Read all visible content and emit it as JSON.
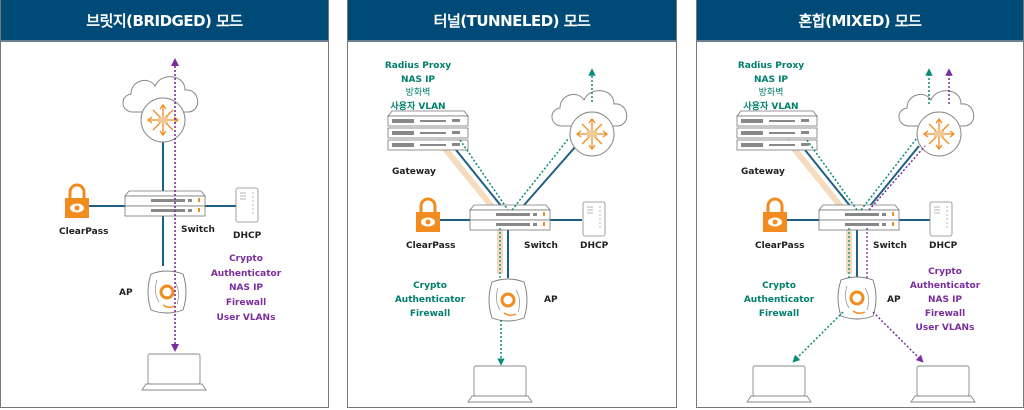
{
  "colors": {
    "header_bg": "#004a77",
    "link_blue": "#1f5f86",
    "teal": "#0a8a78",
    "purple": "#7a2d9c",
    "orange": "#f28c1e",
    "tan": "#f5dcbf"
  },
  "panels": [
    {
      "title": "브릿지(BRIDGED) 모드",
      "labels": {
        "clearpass": "ClearPass",
        "switch": "Switch",
        "dhcp": "DHCP",
        "ap": "AP"
      },
      "ap_features": {
        "color": "purple",
        "items": [
          "Crypto",
          "Authenticator",
          "NAS IP",
          "Firewall",
          "User VLANs"
        ]
      },
      "icons": [
        "cloud-icon",
        "controller-icon",
        "switch-icon",
        "clearpass-lock-icon",
        "dhcp-server-icon",
        "access-point-icon",
        "laptop-icon"
      ]
    },
    {
      "title": "터널(TUNNELED) 모드",
      "labels": {
        "gateway": "Gateway",
        "clearpass": "ClearPass",
        "switch": "Switch",
        "dhcp": "DHCP",
        "ap": "AP"
      },
      "gateway_features": {
        "color": "teal",
        "items": [
          "Radius Proxy",
          "NAS IP",
          "방화벽",
          "사용자 VLAN"
        ]
      },
      "ap_features": {
        "color": "teal",
        "items": [
          "Crypto",
          "Authenticator",
          "Firewall"
        ]
      },
      "icons": [
        "gateway-icon",
        "cloud-icon",
        "controller-icon",
        "switch-icon",
        "clearpass-lock-icon",
        "dhcp-server-icon",
        "access-point-icon",
        "laptop-icon"
      ]
    },
    {
      "title": "혼합(MIXED) 모드",
      "labels": {
        "gateway": "Gateway",
        "clearpass": "ClearPass",
        "switch": "Switch",
        "dhcp": "DHCP",
        "ap": "AP"
      },
      "gateway_features": {
        "color": "teal",
        "items": [
          "Radius Proxy",
          "NAS IP",
          "방화벽",
          "사용자 VLAN"
        ]
      },
      "ap_features_left": {
        "color": "teal",
        "items": [
          "Crypto",
          "Authenticator",
          "Firewall"
        ]
      },
      "ap_features_right": {
        "color": "purple",
        "items": [
          "Crypto",
          "Authenticator",
          "NAS IP",
          "Firewall",
          "User VLANs"
        ]
      },
      "icons": [
        "gateway-icon",
        "cloud-icon",
        "controller-icon",
        "switch-icon",
        "clearpass-lock-icon",
        "dhcp-server-icon",
        "access-point-icon",
        "laptop-icon",
        "laptop-icon"
      ]
    }
  ]
}
